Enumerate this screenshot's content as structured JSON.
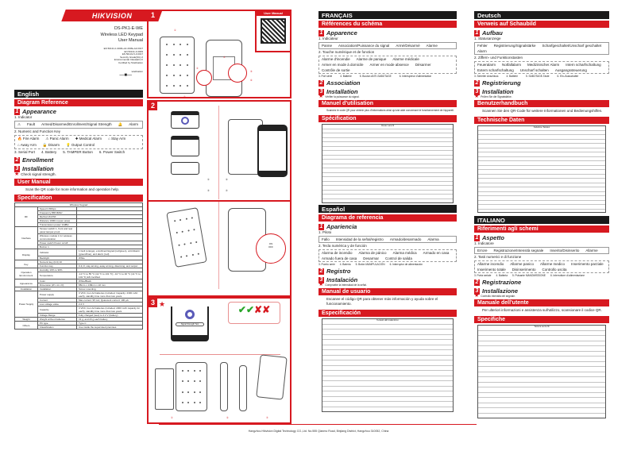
{
  "cover": {
    "brand": "HIKVISION",
    "model": "DS-PK1-E-WE",
    "product": "Wireless LED Keypad",
    "doc_type": "User Manual",
    "standards": [
      "EN 50131-1:2006+A1:2009+A2:2017",
      "EN 50131-3:2009",
      "EN 50131-5-3:2017",
      "Security Grade(SG) 2",
      "Environmental Class(EC) II",
      "Certified by Telefication"
    ],
    "cert": "telefication"
  },
  "english": {
    "lang": "English",
    "diagram_ref": "Diagram Reference",
    "appearance": "Appearance",
    "indicator_label": "1. Indicator",
    "indicators": [
      "Fault",
      "Armed/Disarmed/Enrollment/Signal Strength",
      "Alarm"
    ],
    "keys_label": "2. Numeric and Function Key",
    "keys": [
      "Fire Alarm",
      "Panic Alarm",
      "Medical Alarm",
      "Stay Arm",
      "Away Arm",
      "Disarm",
      "Output Control"
    ],
    "parts": [
      "3. Serial Port",
      "4. Battery",
      "5. TAMPER Button",
      "6. Power Switch"
    ],
    "enrollment": "Enrollment",
    "installation": "Installation",
    "check_signal": "Check signal strength.",
    "user_manual": "User Manual",
    "scan_qr": "Scan the QR code for more information and operation help.",
    "specification": "Specification",
    "spec_title": "Wireless Keypad",
    "spec_rows": [
      [
        "RF",
        "Speed 4.8Kbps",
        ""
      ],
      [
        "",
        "Frequency 868.0MHz",
        ""
      ],
      [
        "",
        "Method 2GFSK",
        ""
      ],
      [
        "",
        "Distance 1000m (open area)",
        ""
      ],
      [
        "",
        "Transmission power 14dBm",
        ""
      ],
      [
        "Interface",
        "Tamper switch 1, front and rear panel tamper-proof",
        ""
      ],
      [
        "",
        "Wireless module 1 for wireless communication",
        ""
      ],
      [
        "",
        "Power switch Power on/off",
        ""
      ],
      [
        "",
        "Buzzer 1",
        ""
      ],
      [
        "Display",
        "Indicator",
        "1 fault (orange), enrollment/signal (red/green), arm/disarm (green/blue), and alarm (red)"
      ],
      [
        "",
        "Backlight",
        "White"
      ],
      [
        "Key",
        "Numeric key (0-9) 10",
        ""
      ],
      [
        "",
        "Function key",
        "0-9, #, stay arming, away arming, disarming, and output"
      ],
      [
        "Operation Environment",
        "Humidity 10% to 90%",
        ""
      ],
      [
        "",
        "Temperature",
        "-10 °C to 55 °C (14 °F to 131 °F); -10 °C to 40 °C (14 °F to 104 °F) EN Certified"
      ],
      [
        "Appearance",
        "Color",
        "White/Black"
      ],
      [
        "",
        "Dimension (W x H x D)",
        "88mm x 138mm x 22 mm"
      ],
      [
        "Installation",
        "Installation",
        "Screw mounting"
      ],
      [
        "Power Supply",
        "Power supply",
        "3 VDC, four AA batteries (included, Capacity: 2300 mAh each), standby time more than two years"
      ],
      [
        "",
        "Current",
        "Max current: 95 mA; Quiescent current: 100 μA"
      ],
      [
        "",
        "Low voltage value",
        "2.2 V"
      ],
      [
        "",
        "Capacity",
        "3 VDC, four AA batteries (included, 2300 mAh capacity for each), standby time more than two years"
      ],
      [
        "",
        "Voltage Range",
        "Fully charged (new) to 2.2 V (battery)"
      ],
      [
        "Weight",
        "Weight without batteries",
        "31 g, and 23 g each battery"
      ],
      [
        "Others",
        "PC type",
        "Type C"
      ],
      [
        "",
        "Classification",
        "Use inside the supervised premises"
      ]
    ]
  },
  "diagrams": {
    "user_manual_label": "User Manual",
    "panel_numbers": [
      "1",
      "2",
      "3"
    ],
    "callouts": [
      "①",
      "②",
      "③",
      "④",
      "⑤",
      "⑥"
    ],
    "switch_on": "ON",
    "switch_off": "OFF",
    "signal_test": "Signal Strength Test"
  },
  "francais": {
    "lang": "FRANÇAIS",
    "diagram_ref": "Références du schéma",
    "appearance": "Apparence",
    "indicator_label": "1. Indicateur",
    "indicators": [
      "Panne",
      "Association/Puissance du signal",
      "Armé/Désarmé",
      "Alarme"
    ],
    "keys_label": "2. Touche numérique et de fonction",
    "keys": [
      "Alarme d'incendie",
      "Alarme de panique",
      "Alarme médicale",
      "Armer en mode à domicile",
      "Armer en mode absence",
      "Désarmer",
      "Contrôle de sortie"
    ],
    "parts": [
      "3. Port série",
      "4. Batterie",
      "5. Bouton ANTI-SABOTAGE",
      "6. Interrupteur d'alimentation"
    ],
    "enrollment": "Association",
    "installation": "Installation",
    "check_signal": "Vérifier la puissance du signal.",
    "user_manual": "Manuel d'utilisation",
    "scan_qr": "Scannez le code QR pour obtenir plus d'informations ainsi qu'une aide concernant le fonctionnement de l'appareil.",
    "specification": "Spécification",
    "spec_title": "Clavier sans fil"
  },
  "espanol": {
    "lang": "Español",
    "diagram_ref": "Diagrama de referencia",
    "appearance": "Apariencia",
    "indicator_label": "1. Piloto",
    "indicators": [
      "Fallo",
      "Intensidad de la señal/registro",
      "Armado/desarmado",
      "Alarma"
    ],
    "keys_label": "2. Tecla numérica y de función",
    "keys": [
      "Alarma de incendio",
      "Alarma de pánico",
      "Alarma médica",
      "Armado en casa",
      "Armado fuera de casa",
      "Desarmar",
      "Control de salida"
    ],
    "parts": [
      "3. Puerto serie",
      "4. Batería",
      "5. Botón MANIPULACIÓN",
      "6. Interruptor de alimentación"
    ],
    "enrollment": "Registro",
    "installation": "Instalación",
    "check_signal": "Compruebe la intensidad de la señal.",
    "user_manual": "Manual de usuario",
    "scan_qr": "Escanee el código QR para obtener más información y ayuda sobre el funcionamiento.",
    "specification": "Especificación",
    "spec_title": "Teclado LED inalámbrico"
  },
  "deutsch": {
    "lang": "Deutsch",
    "diagram_ref": "Verweis auf Schaubild",
    "appearance": "Aufbau",
    "indicator_label": "1. Statusanzeige",
    "indicators": [
      "Fehler",
      "Registrierung/Signalstärke",
      "Scharfgeschaltet/Unscharf geschaltet",
      "Alarm"
    ],
    "keys_label": "2. Ziffern- und Funktionstasten",
    "keys": [
      "Feueralarm",
      "Notfallalarm",
      "Medizinischer Alarm",
      "Intern scharfschaltung",
      "Extern scharfschaltung",
      "Unscharf schalten",
      "Ausgangssteuerung"
    ],
    "parts": [
      "3. Serieller Anschluss",
      "4. Batterie",
      "5. SABOTAGE-Taste",
      "6. Ein-/Ausschalter"
    ],
    "enrollment": "Registrierung",
    "installation": "Installation",
    "check_signal": "Prüfen Sie die Signalstärke.",
    "user_manual": "Benutzerhandbuch",
    "scan_qr": "Scannen Sie den QR-Code für weitere Informationen und Bedienungshilfen.",
    "specification": "Technische Daten",
    "spec_title": "Kabellose Tastatur"
  },
  "italiano": {
    "lang": "ITALIANO",
    "diagram_ref": "Riferimenti agli schemi",
    "appearance": "Aspetto",
    "indicator_label": "1. Indicatore",
    "indicators": [
      "Errore",
      "Registrazione/Intensità segnale",
      "Inserito/Disinserito",
      "Allarme"
    ],
    "keys_label": "2. Tasti numerici e di funzione",
    "keys": [
      "Allarme incendio",
      "Allarme panico",
      "Allarme medico",
      "Inserimento parziale",
      "Inserimento totale",
      "Disinserimento",
      "Controllo uscita"
    ],
    "parts": [
      "3. Porta seriale",
      "4. Batteria",
      "5. Pulsante MANOMISSIONE",
      "6. Interruttore di alimentazione"
    ],
    "enrollment": "Registrazione",
    "installation": "Installazione",
    "check_signal": "Controllo intensità del segnale.",
    "user_manual": "Manuale dell'utente",
    "scan_qr": "Per ulteriori informazioni e assistenza sull'utilizzo, scansionare il codice QR.",
    "specification": "Specifiche",
    "spec_title": "Tastiera senza fili"
  },
  "footer": {
    "address": "Hangzhou Hikvision Digital Technology CO.,Ltd. No.555 Qianmo Road, Binjiang District, Hangzhou 310052, China"
  }
}
